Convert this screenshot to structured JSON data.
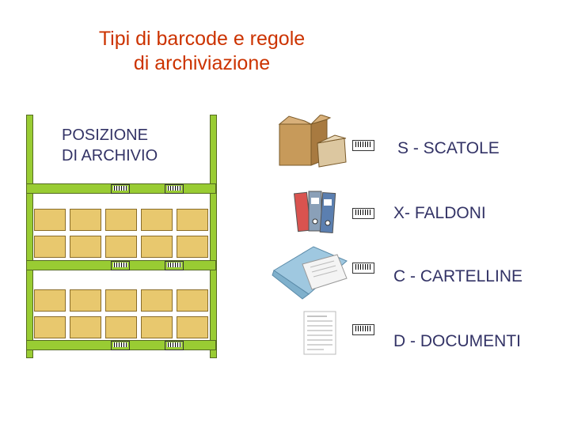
{
  "title": {
    "line1": "Tipi di barcode e regole",
    "line2": "di archiviazione"
  },
  "shelf": {
    "label_line1": "POSIZIONE",
    "label_line2": "DI ARCHIVIO",
    "color": "#99cc33"
  },
  "categories": [
    {
      "label": "S - SCATOLE",
      "icon": "cardboard-box-icon"
    },
    {
      "label": "X- FALDONI",
      "icon": "binders-icon"
    },
    {
      "label": "C - CARTELLINE",
      "icon": "folder-icon"
    },
    {
      "label": "D - DOCUMENTI",
      "icon": "document-icon"
    }
  ],
  "colors": {
    "title": "#cc3300",
    "text": "#333366",
    "shelf": "#99cc33",
    "box": "#e8c86e"
  }
}
